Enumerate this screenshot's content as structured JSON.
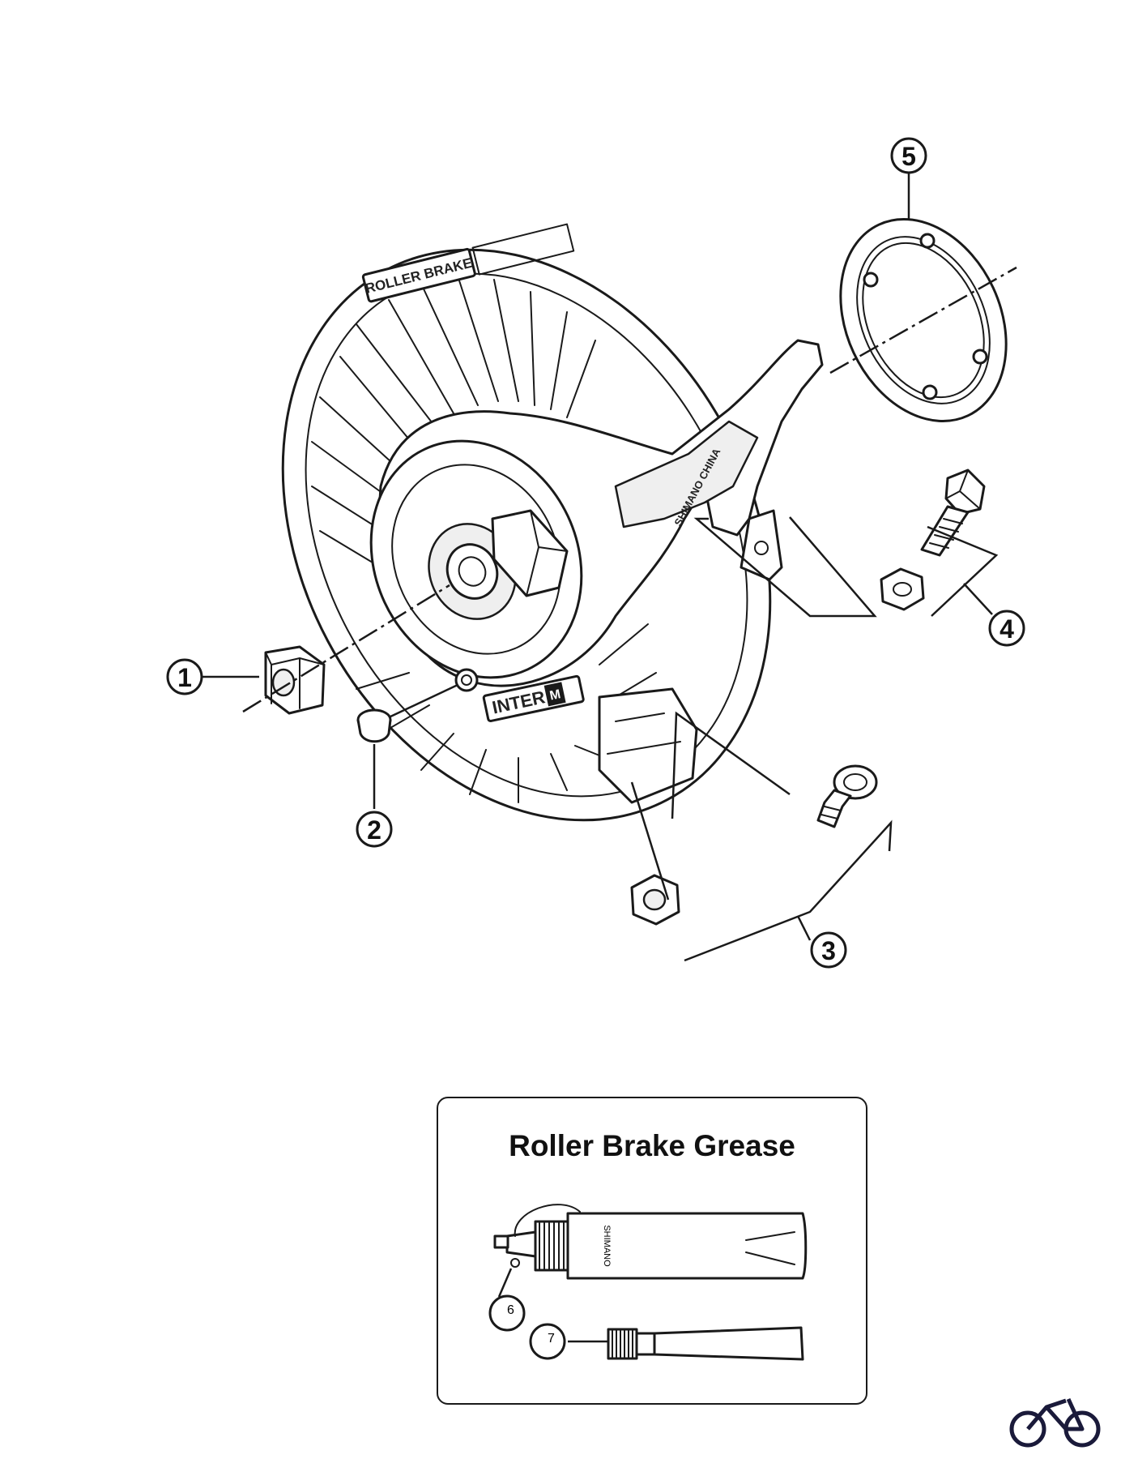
{
  "parts": [
    {
      "number": "1",
      "part": "axle-nut"
    },
    {
      "number": "2",
      "part": "dust-cap"
    },
    {
      "number": "3",
      "part": "fixing-bolt-and-nut"
    },
    {
      "number": "4",
      "part": "arm-bolt-and-nut"
    },
    {
      "number": "5",
      "part": "cooling-disc-ring"
    },
    {
      "number": "6",
      "part": "grease-tube-large"
    },
    {
      "number": "7",
      "part": "grease-tube-small"
    }
  ],
  "printed_on_parts": {
    "disc_label": "ROLLER BRAKE",
    "hub_label": "INTER",
    "hub_label_badge": "M",
    "arm_label": "SHIMANO CHINA",
    "bottle_label": "SHIMANO"
  },
  "grease_box": {
    "title": "Roller Brake Grease"
  },
  "icons": {
    "brand_logo": "bicycle-icon"
  }
}
